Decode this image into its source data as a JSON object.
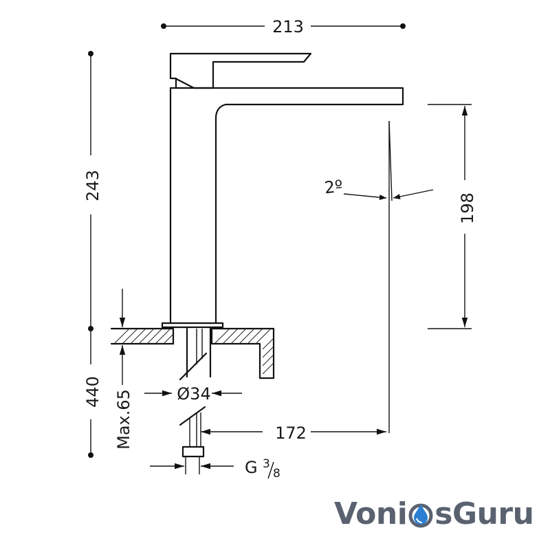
{
  "dimensions": {
    "width_top": "213",
    "height_total": "243",
    "spout_height": "198",
    "angle": "2º",
    "depth": "440",
    "max_thickness": "Max.65",
    "diameter": "Ø34",
    "reach": "172",
    "thread": "G",
    "thread_num": "3",
    "thread_den": "8"
  },
  "logo": {
    "part1": "Voni",
    "part2": "sGuru",
    "accent": "#2a7fd4",
    "text_color": "#5a6270"
  }
}
